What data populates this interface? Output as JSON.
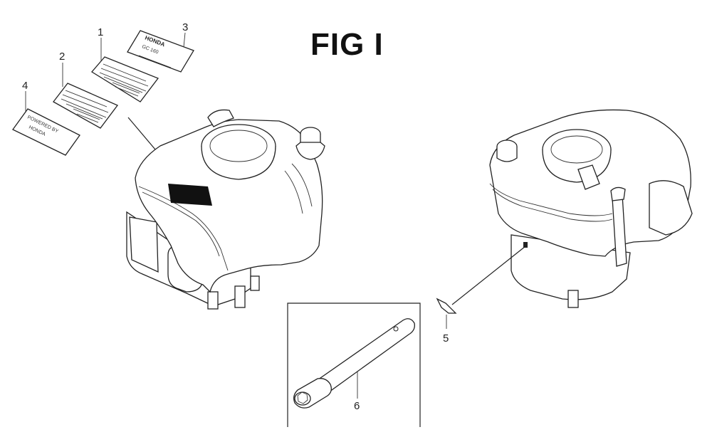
{
  "figure": {
    "title": "FIG I"
  },
  "callouts": [
    {
      "id": "1",
      "label": "1"
    },
    {
      "id": "2",
      "label": "2"
    },
    {
      "id": "3",
      "label": "3"
    },
    {
      "id": "4",
      "label": "4"
    },
    {
      "id": "5",
      "label": "5"
    },
    {
      "id": "6",
      "label": "6"
    }
  ],
  "decals": {
    "honda_brand": "HONDA",
    "honda_model": "GC 160",
    "powered_by_line1": "POWERED BY",
    "powered_by_line2": "HONDA"
  }
}
